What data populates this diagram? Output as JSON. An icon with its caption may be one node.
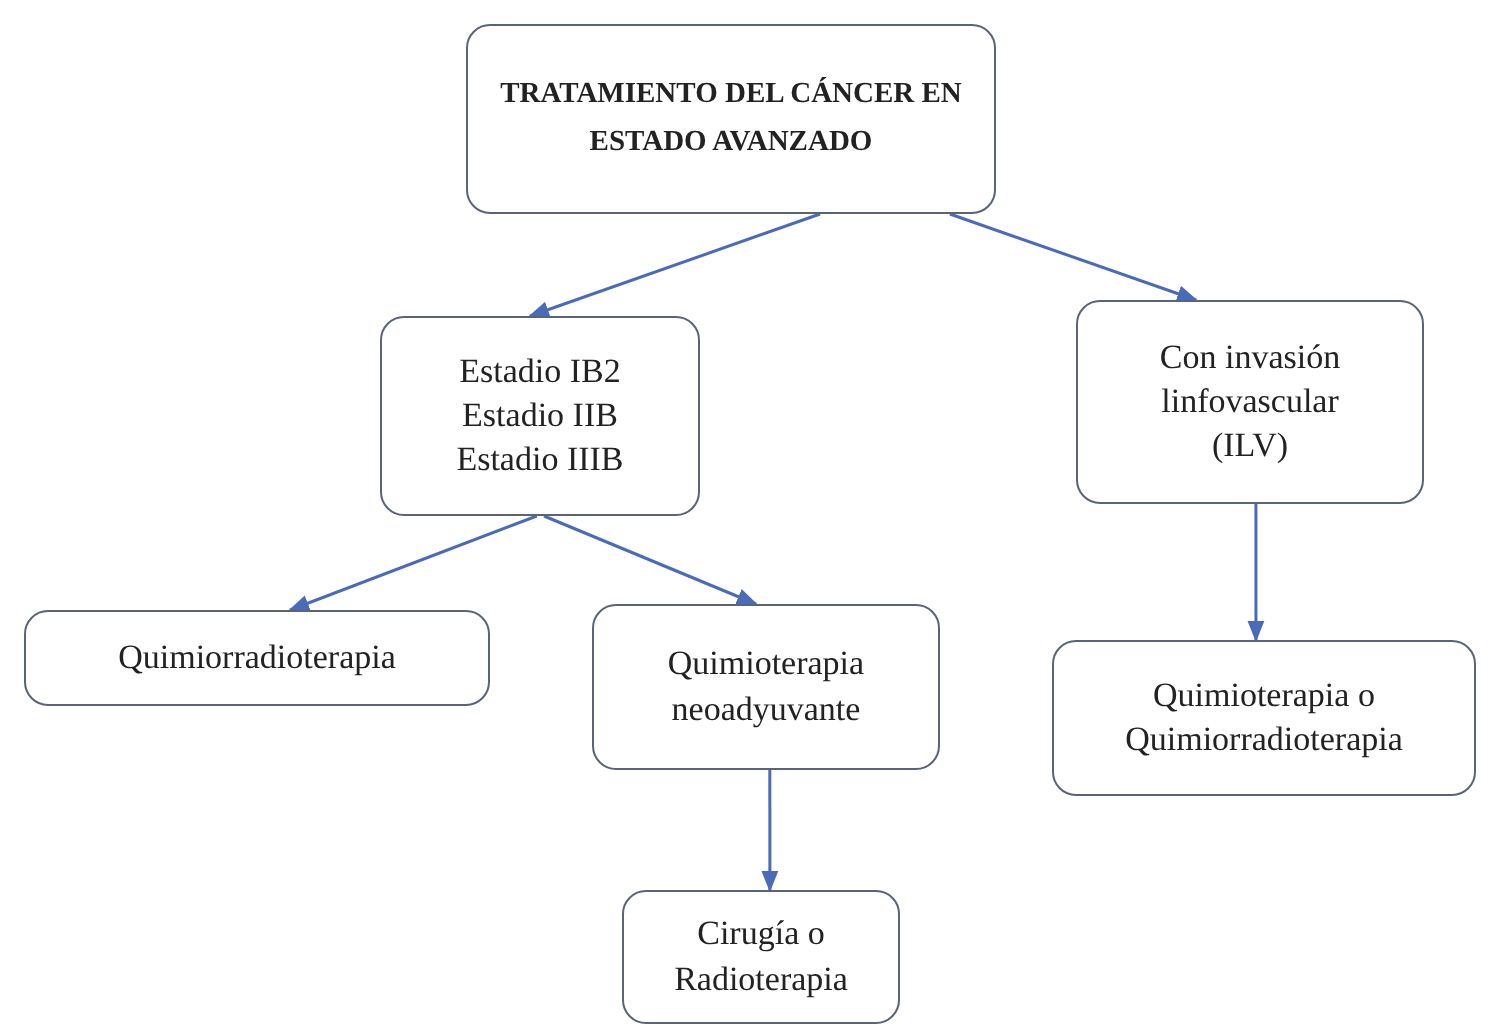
{
  "diagram": {
    "nodes": [
      {
        "text": [
          "TRATAMIENTO DEL CÁNCER EN ESTADO AVANZADO"
        ]
      },
      {
        "text": [
          "Estadio IB2 Estadio IIB Estadio IIIB"
        ]
      },
      {
        "text": [
          "Con invasión linfovascular (ILV)"
        ]
      },
      {
        "text": [
          "Quimiorradioterapia"
        ]
      },
      {
        "text": [
          "Quimioterapia neoadyuvante"
        ]
      },
      {
        "text": [
          "Quimioterapia o Quimiorradioterapia"
        ]
      },
      {
        "text": [
          "Cirugía o Radioterapia"
        ]
      }
    ],
    "edges": [
      {
        "from": 0,
        "to": 1,
        "arrow": "to"
      },
      {
        "from": 0,
        "to": 2,
        "arrow": "to"
      },
      {
        "from": 1,
        "to": 3,
        "arrow": "to"
      },
      {
        "from": 1,
        "to": 4,
        "arrow": "to"
      },
      {
        "from": 2,
        "to": 5,
        "arrow": "to"
      },
      {
        "from": 4,
        "to": 6,
        "arrow": "to"
      }
    ]
  }
}
